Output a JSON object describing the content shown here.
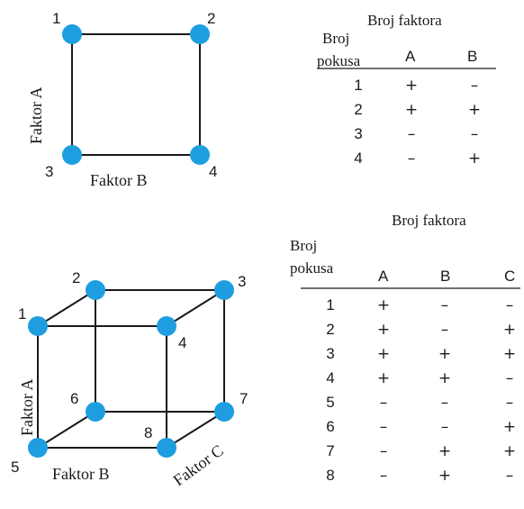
{
  "square": {
    "corner_labels": [
      "1",
      "2",
      "3",
      "4"
    ],
    "axis_a": "Faktor A",
    "axis_b": "Faktor B"
  },
  "table1": {
    "header_run": "Broj",
    "header_run2": "pokusa",
    "header_factor": "Broj faktora",
    "columns": [
      "A",
      "B"
    ],
    "rows": [
      {
        "run": "1",
        "signs": [
          "+",
          "–"
        ]
      },
      {
        "run": "2",
        "signs": [
          "+",
          "+"
        ]
      },
      {
        "run": "3",
        "signs": [
          "–",
          "–"
        ]
      },
      {
        "run": "4",
        "signs": [
          "–",
          "+"
        ]
      }
    ]
  },
  "cube": {
    "corner_labels": [
      "1",
      "2",
      "3",
      "4",
      "5",
      "6",
      "7",
      "8"
    ],
    "axis_a": "Faktor A",
    "axis_b": "Faktor B",
    "axis_c": "Faktor C"
  },
  "table2": {
    "header_run": "Broj",
    "header_run2": "pokusa",
    "header_factor": "Broj faktora",
    "columns": [
      "A",
      "B",
      "C"
    ],
    "rows": [
      {
        "run": "1",
        "signs": [
          "+",
          "–",
          "–"
        ]
      },
      {
        "run": "2",
        "signs": [
          "+",
          "–",
          "+"
        ]
      },
      {
        "run": "3",
        "signs": [
          "+",
          "+",
          "+"
        ]
      },
      {
        "run": "4",
        "signs": [
          "+",
          "+",
          "–"
        ]
      },
      {
        "run": "5",
        "signs": [
          "–",
          "–",
          "–"
        ]
      },
      {
        "run": "6",
        "signs": [
          "–",
          "–",
          "+"
        ]
      },
      {
        "run": "7",
        "signs": [
          "–",
          "+",
          "+"
        ]
      },
      {
        "run": "8",
        "signs": [
          "–",
          "+",
          "–"
        ]
      }
    ]
  },
  "colors": {
    "node": "#1e9ee0",
    "line": "#1a1a1a"
  }
}
